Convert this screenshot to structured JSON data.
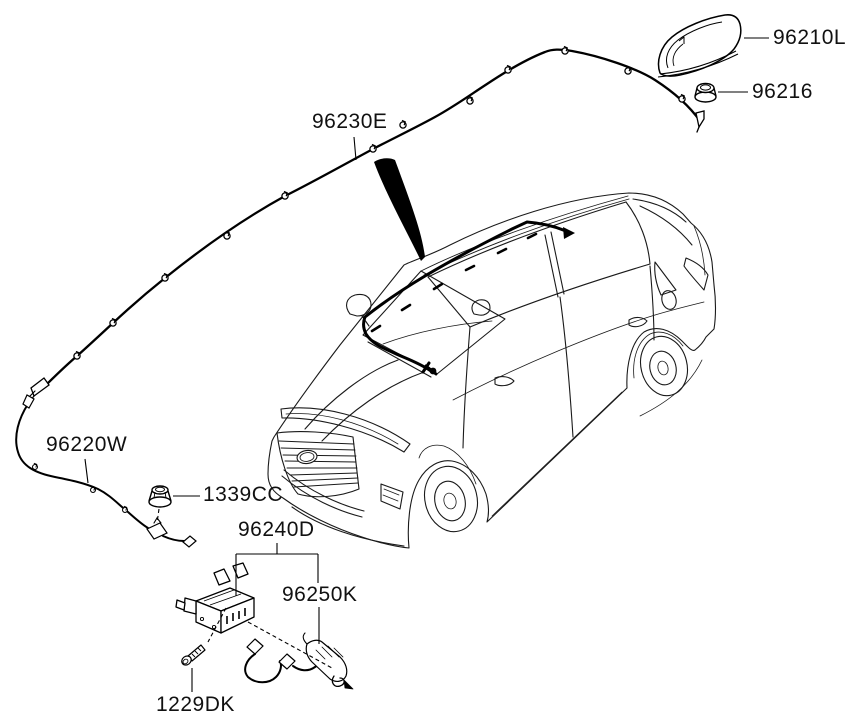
{
  "diagram": {
    "type": "parts-diagram",
    "vehicle": "hatchback-3q-front-left-view",
    "background_color": "#ffffff",
    "line_color": "#000000",
    "parts": [
      {
        "code": "96210L",
        "component": "shark-fin-roof-antenna"
      },
      {
        "code": "96216",
        "component": "antenna-grommet"
      },
      {
        "code": "96230E",
        "component": "roof-feeder-cable"
      },
      {
        "code": "96220W",
        "component": "floor-feeder-cable"
      },
      {
        "code": "1339CC",
        "component": "mounting-nut"
      },
      {
        "code": "96240D",
        "component": "antenna-amplifier-assembly"
      },
      {
        "code": "96250K",
        "component": "amplifier-cable"
      },
      {
        "code": "1229DK",
        "component": "mounting-screw"
      }
    ]
  }
}
